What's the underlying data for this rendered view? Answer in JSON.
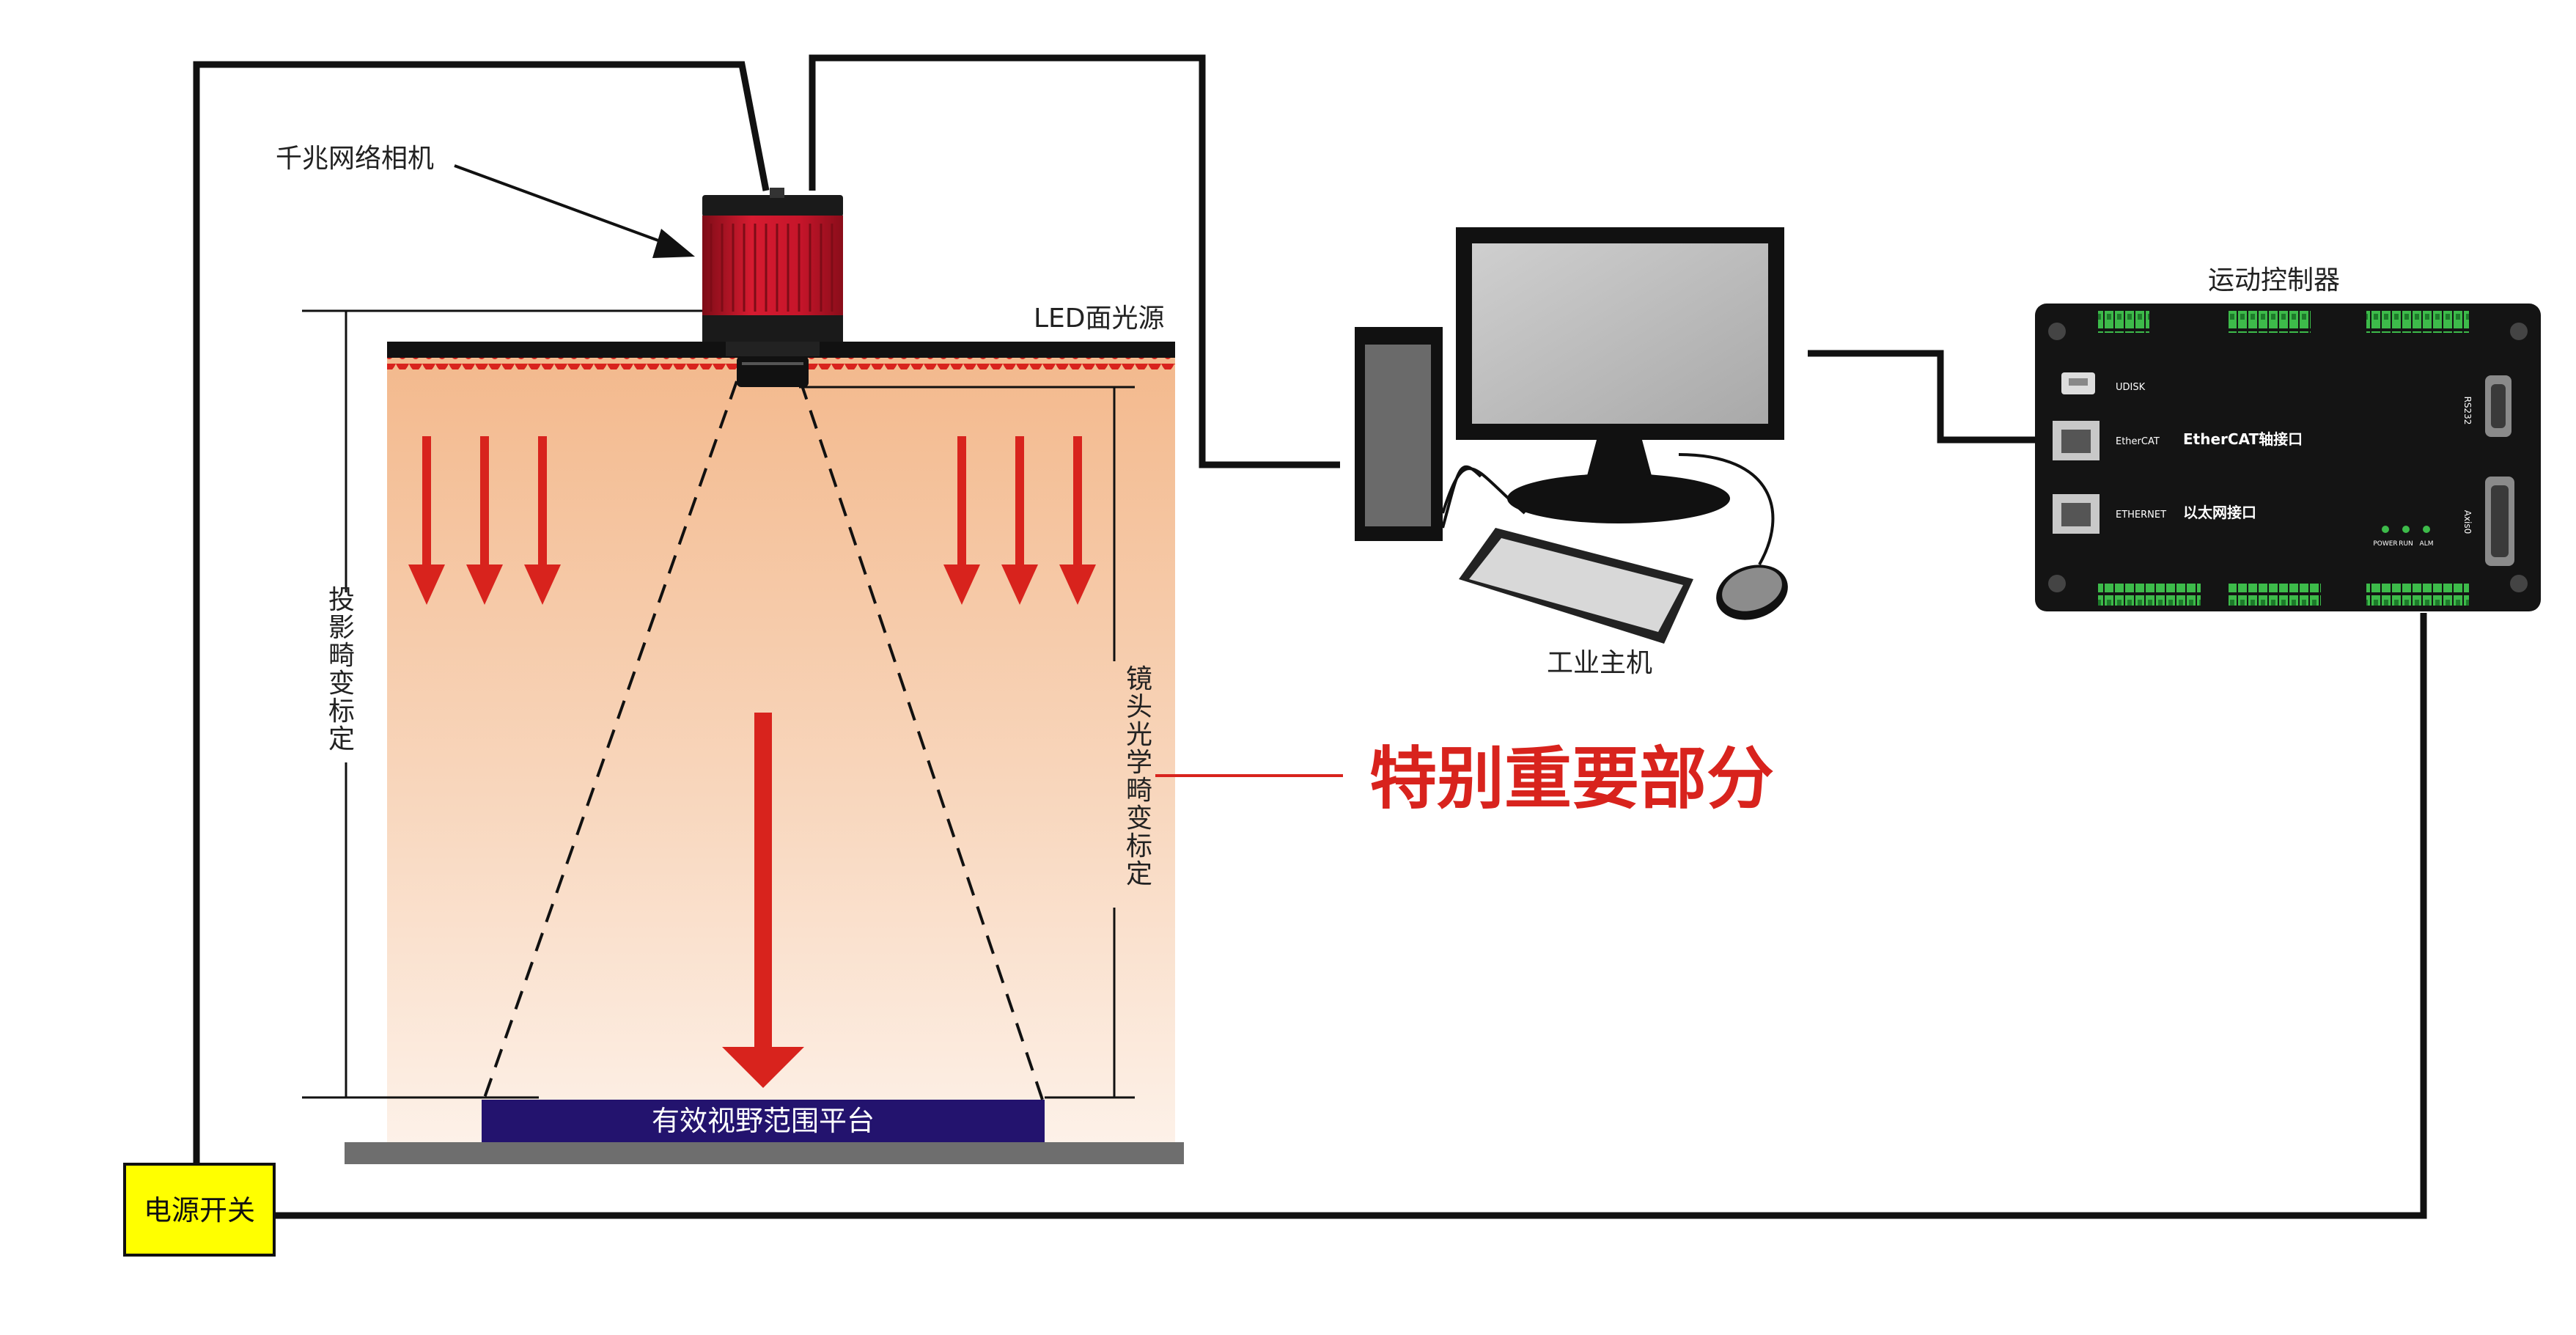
{
  "labels": {
    "camera": "千兆网络相机",
    "led_light": "LED面光源",
    "projection_calib": "投影畸变标定",
    "lens_calib": "镜头光学畸变标定",
    "important": "特别重要部分",
    "platform": "有效视野范围平台",
    "power_switch": "电源开关",
    "pc": "工业主机",
    "controller": "运动控制器"
  },
  "controller_panel": {
    "udisk": "UDISK",
    "ethercat_small": "EtherCAT",
    "ethercat_port": "EtherCAT轴接口",
    "ethernet_small": "ETHERNET",
    "ethernet_port": "以太网接口",
    "rs232": "RS232",
    "axis": "Axis0",
    "power": "POWER",
    "run": "RUN",
    "alm": "ALM"
  },
  "colors": {
    "accent_red": "#d8231d",
    "camera_red": "#c5152a",
    "platform_navy": "#23136e",
    "power_yellow": "#ffff00",
    "wire": "#111111"
  }
}
